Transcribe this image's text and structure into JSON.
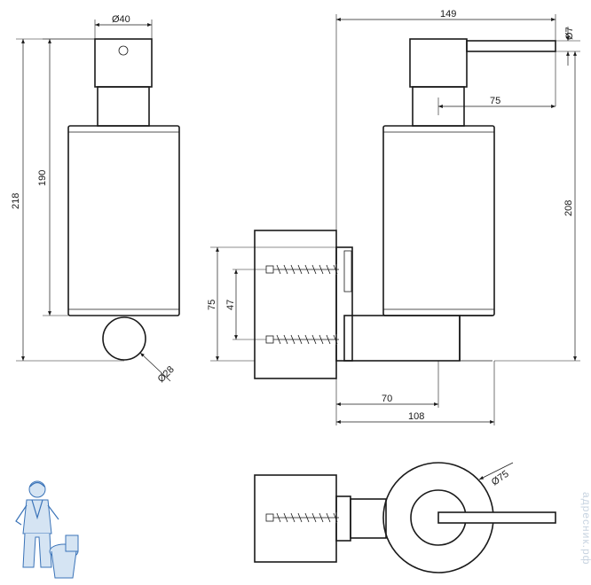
{
  "dimensions": {
    "top_button_diameter": "Ø40",
    "base_diameter": "Ø28",
    "overall_height": "218",
    "body_height": "190",
    "mount_height": "75",
    "screw_spacing": "47",
    "total_depth": "149",
    "spout_diameter": "Ø7",
    "spout_length": "75",
    "side_height": "208",
    "bracket_depth": "70",
    "projection": "108",
    "top_view_diameter": "Ø75"
  },
  "watermark": "адресник.рф",
  "colors": {
    "line": "#1a1a1a",
    "mascot": "#3a73b8",
    "watermark": "#c7d3e0"
  }
}
